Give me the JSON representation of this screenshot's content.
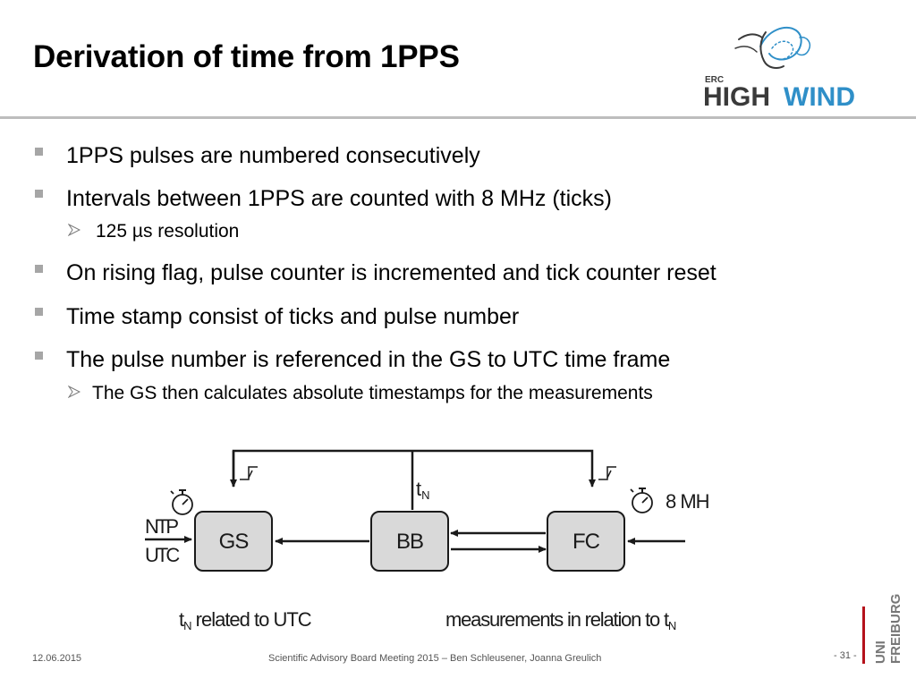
{
  "slide": {
    "title": "Derivation of time from 1PPS"
  },
  "bullets": [
    {
      "text": "1PPS pulses are numbered consecutively"
    },
    {
      "text": "Intervals between 1PPS are counted with 8 MHz (ticks)",
      "sub": "125 µs resolution"
    },
    {
      "text": "On rising flag, pulse counter is incremented and tick counter reset"
    },
    {
      "text": "Time stamp consist of ticks and pulse number"
    },
    {
      "text": "The pulse number is referenced in the GS to UTC time frame",
      "sub": "The GS then calculates absolute timestamps for the measurements"
    }
  ],
  "diagram": {
    "boxes": [
      "GS",
      "BB",
      "FC"
    ],
    "ntp_label": "NTP",
    "utc_label": "UTC",
    "tn_label": "t",
    "tn_sub": "N",
    "clock_label": "8 MH",
    "caption_left_main": "t",
    "caption_left_sub": "N",
    "caption_left_rest": " related to UTC",
    "caption_right_main": "measurements in relation to t",
    "caption_right_sub": "N"
  },
  "logo": {
    "erc": "ERC",
    "high": "HIGH",
    "wind": "WIND",
    "colors": {
      "dark": "#3a3a3a",
      "blue": "#2f8fc8"
    }
  },
  "uni_logo": {
    "uni": "UNI",
    "freiburg": "FREIBURG",
    "color_red": "#b5121b",
    "color_gray": "#777777"
  },
  "footer": {
    "date": "12.06.2015",
    "meeting": "Scientific Advisory Board Meeting 2015 – Ben Schleusener, Joanna Greulich",
    "page": "- 31 -"
  }
}
